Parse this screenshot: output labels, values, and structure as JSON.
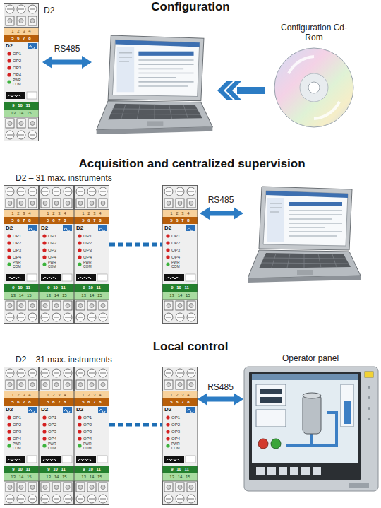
{
  "diagram": {
    "nodes": [
      {
        "text": [
          "1 2 3 4",
          "5 6 7 8",
          "D2",
          "OP1",
          "OP2",
          "OP3",
          "OP4",
          "PWR COM",
          "9 10 11",
          "13 14 15"
        ]
      },
      {
        "text": [
          "Configuration Cd-Rom"
        ]
      },
      {
        "text": [
          "1 2 3 4",
          "5 6 7 8",
          "D2",
          "OP1",
          "OP2",
          "OP3",
          "OP4",
          "PWR COM",
          "9 10 11",
          "13 14 15"
        ]
      },
      {
        "text": [
          "1 2 3 4",
          "5 6 7 8",
          "D2",
          "OP1",
          "OP2",
          "OP3",
          "OP4",
          "PWR COM",
          "9 10 11",
          "13 14 15"
        ]
      },
      {
        "text": [
          "1 2 3 4",
          "5 6 7 8",
          "D2",
          "OP1",
          "OP2",
          "OP3",
          "OP4",
          "PWR COM",
          "9 10 11",
          "13 14 15"
        ]
      },
      {
        "text": [
          "1 2 3 4",
          "5 6 7 8",
          "D2",
          "OP1",
          "OP2",
          "OP3",
          "OP4",
          "PWR COM",
          "9 10 11",
          "13 14 15"
        ]
      },
      {
        "text": [
          "1 2 3 4",
          "5 6 7 8",
          "D2",
          "OP1",
          "OP2",
          "OP3",
          "OP4",
          "PWR COM",
          "9 10 11",
          "13 14 15"
        ]
      },
      {
        "text": [
          "1 2 3 4",
          "5 6 7 8",
          "D2",
          "OP1",
          "OP2",
          "OP3",
          "OP4",
          "PWR COM",
          "9 10 11",
          "13 14 15"
        ]
      },
      {
        "text": [
          "1 2 3 4",
          "5 6 7 8",
          "D2",
          "OP1",
          "OP2",
          "OP3",
          "OP4",
          "PWR COM",
          "9 10 11",
          "13 14 15"
        ]
      },
      {
        "text": [
          "1 2 3 4",
          "5 6 7 8",
          "D2",
          "OP1",
          "OP2",
          "OP3",
          "OP4",
          "PWR COM",
          "9 10 11",
          "13 14 15"
        ]
      },
      {
        "text": [
          "Operator panel"
        ]
      }
    ],
    "edges": [
      {
        "from": 4,
        "to": 5,
        "arrow": "none"
      },
      {
        "from": 8,
        "to": 9,
        "arrow": "none"
      },
      {
        "from": 9,
        "to": 10,
        "label": "RS485",
        "arrow": "both"
      }
    ],
    "labels": [
      "Configuration",
      "D2",
      "RS485",
      "Acquisition and centralized supervision",
      "D2 – 31 max. instruments",
      "RS485",
      "Local control",
      "D2 – 31 max. instruments"
    ]
  }
}
